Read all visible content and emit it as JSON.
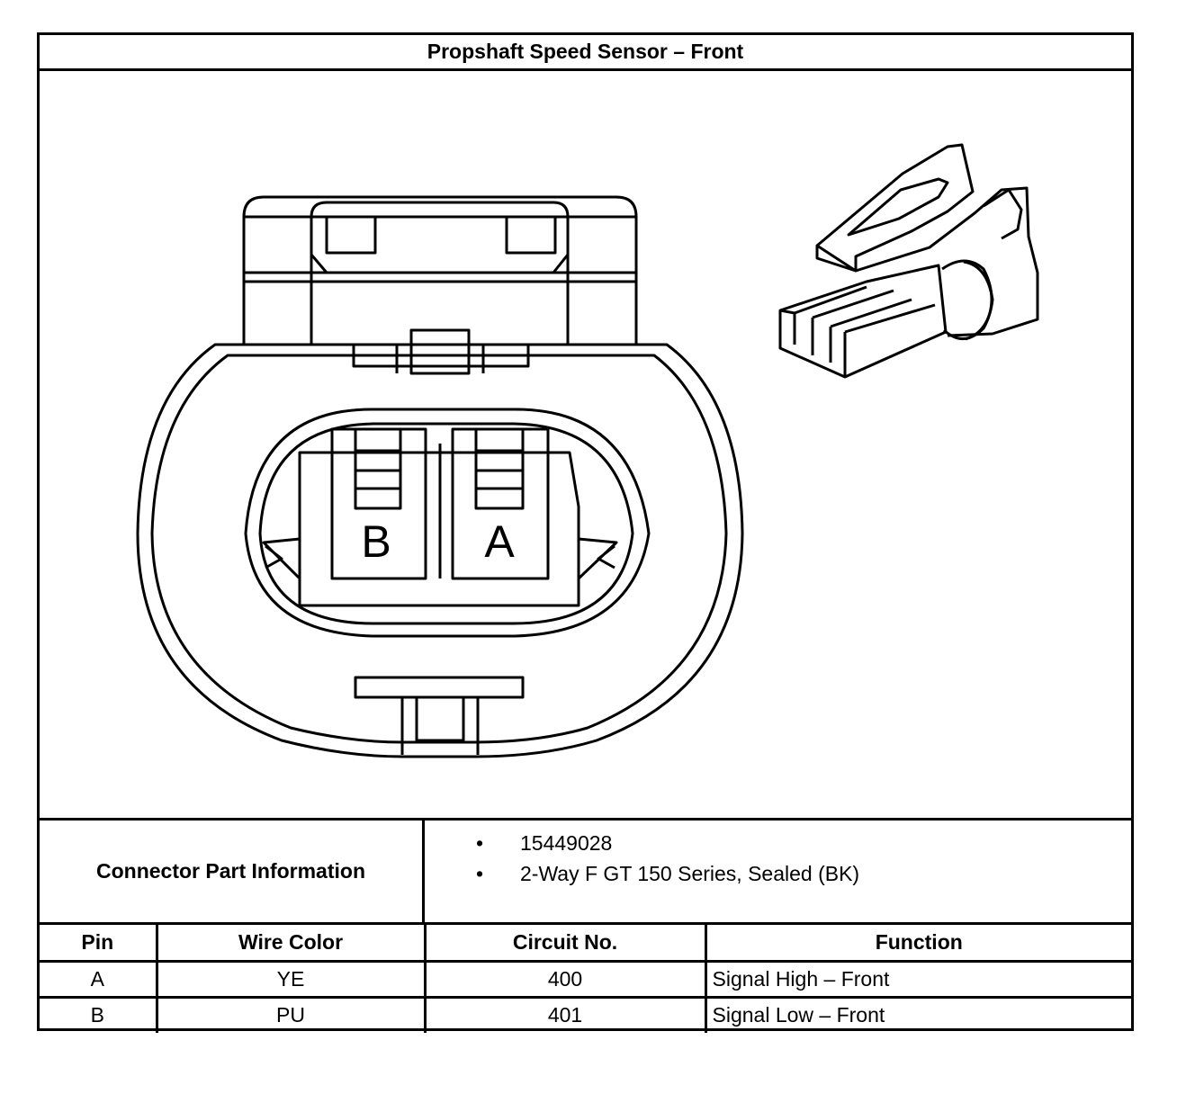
{
  "title": "Propshaft Speed Sensor – Front",
  "connector_face": {
    "cavity_labels": [
      "B",
      "A"
    ]
  },
  "connector_info": {
    "label": "Connector Part Information",
    "items": [
      "15449028",
      "2-Way F GT 150 Series, Sealed (BK)"
    ],
    "bullet": "•"
  },
  "pin_table": {
    "headers": [
      "Pin",
      "Wire Color",
      "Circuit No.",
      "Function"
    ],
    "rows": [
      [
        "A",
        "YE",
        "400",
        "Signal High – Front"
      ],
      [
        "B",
        "PU",
        "401",
        "Signal Low – Front"
      ]
    ]
  }
}
